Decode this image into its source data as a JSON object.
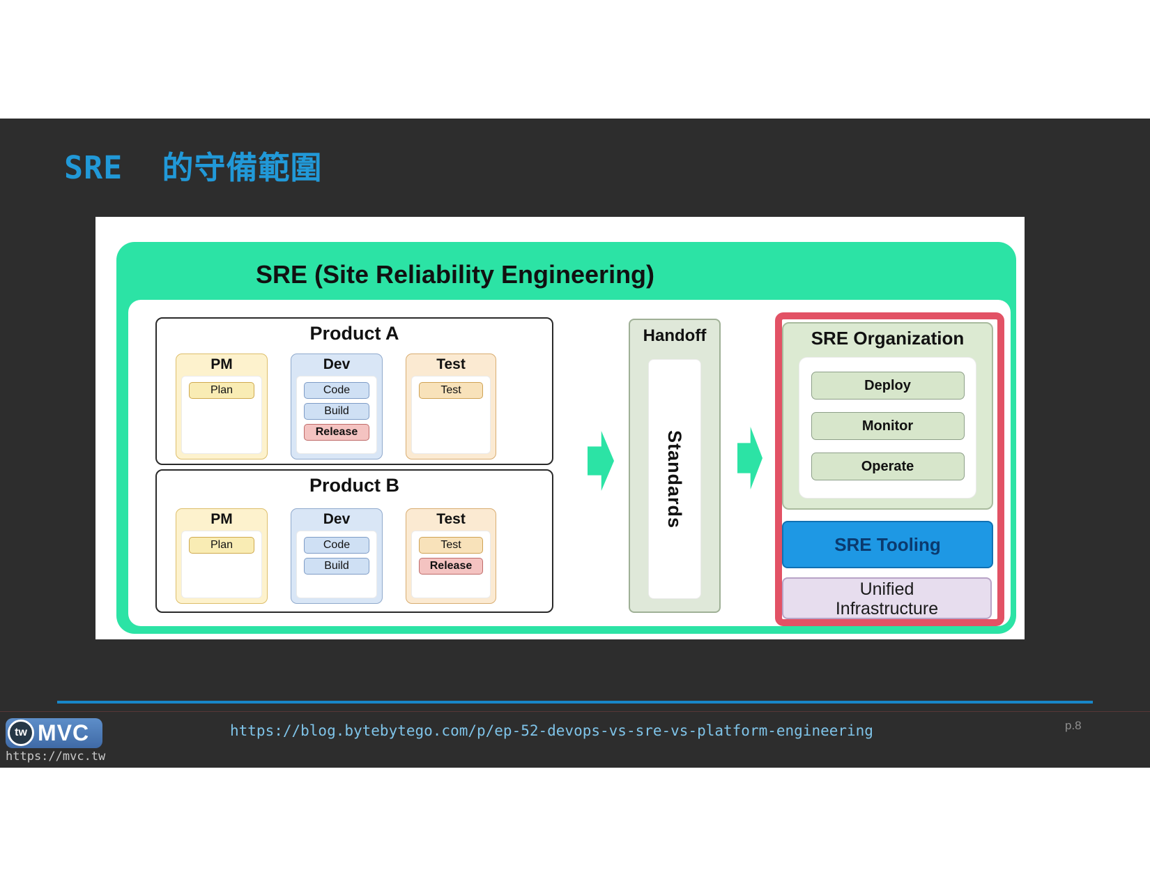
{
  "slide": {
    "title": "SRE  的守備範圍",
    "page_number": "p.8",
    "source_url": "https://blog.bytebytego.com/p/ep-52-devops-vs-sre-vs-platform-engineering",
    "footer_site": "https://mvc.tw",
    "logo": {
      "badge": "tw",
      "text": "MVC"
    }
  },
  "diagram": {
    "title": "SRE (Site Reliability Engineering)",
    "products": [
      {
        "name": "Product A",
        "columns": [
          {
            "title": "PM",
            "badges": [
              "Plan"
            ]
          },
          {
            "title": "Dev",
            "badges": [
              "Code",
              "Build",
              "Release"
            ]
          },
          {
            "title": "Test",
            "badges": [
              "Test"
            ]
          }
        ]
      },
      {
        "name": "Product B",
        "columns": [
          {
            "title": "PM",
            "badges": [
              "Plan"
            ]
          },
          {
            "title": "Dev",
            "badges": [
              "Code",
              "Build"
            ]
          },
          {
            "title": "Test",
            "badges": [
              "Test",
              "Release"
            ]
          }
        ]
      }
    ],
    "handoff": {
      "title": "Handoff",
      "vertical_label": "Standards"
    },
    "sre_org": {
      "title": "SRE Organization",
      "items": [
        "Deploy",
        "Monitor",
        "Operate"
      ]
    },
    "tooling_label": "SRE Tooling",
    "infra": {
      "line1": "Unified",
      "line2": "Infrastructure"
    }
  },
  "colors": {
    "slide_background": "#2d2d2d",
    "title_blue": "#2199d8",
    "diagram_green": "#2ce3a5",
    "highlight_red": "#e25265",
    "tooling_blue": "#1e98e4",
    "footer_line_blue": "#1886c8"
  }
}
